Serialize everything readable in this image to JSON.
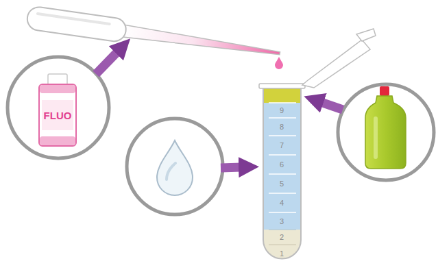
{
  "diagram": {
    "labels": [
      "FLUO",
      "9",
      "8",
      "7",
      "6",
      "5",
      "4",
      "3",
      "2",
      "1"
    ]
  }
}
